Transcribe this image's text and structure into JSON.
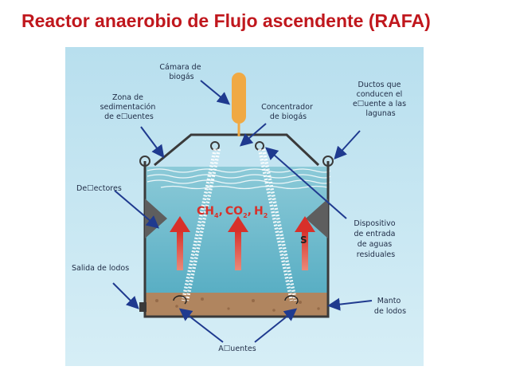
{
  "title": "Reactor anaerobio de Flujo ascendente (RAFA)",
  "labels": {
    "camara_biogas": [
      "Cámara de",
      "biogás"
    ],
    "zona_sedimentacion": [
      "Zona de",
      "sedimentación",
      "de e☐uentes"
    ],
    "concentrador_biogas": [
      "Concentrador",
      "de biogás"
    ],
    "ductos": [
      "Ductos que",
      "conducen  el",
      "e☐uente a las",
      "lagunas"
    ],
    "deflectores": "De☐ectores",
    "dispositivo": [
      "Dispositivo",
      "de entrada",
      "de aguas",
      "residuales"
    ],
    "salida_lodos": "Salida de lodos",
    "manto_lodos": [
      "Manto",
      "de lodos"
    ],
    "afluentes": "A☐uentes"
  },
  "gases": {
    "ch": "CH",
    "ch_sub": "4",
    "sep1": ",",
    "co": "CO",
    "co_sub": "2",
    "sep2": ",",
    "h": "H",
    "h_sub": "2"
  },
  "s_mark": "S",
  "colors": {
    "title": "#c0171d",
    "water": "#66b8cc",
    "sludge": "#b0855f",
    "arrow_up": "#d8302a",
    "pointer_arrow": "#1f3a8f",
    "label_text": "#1e2b45"
  }
}
